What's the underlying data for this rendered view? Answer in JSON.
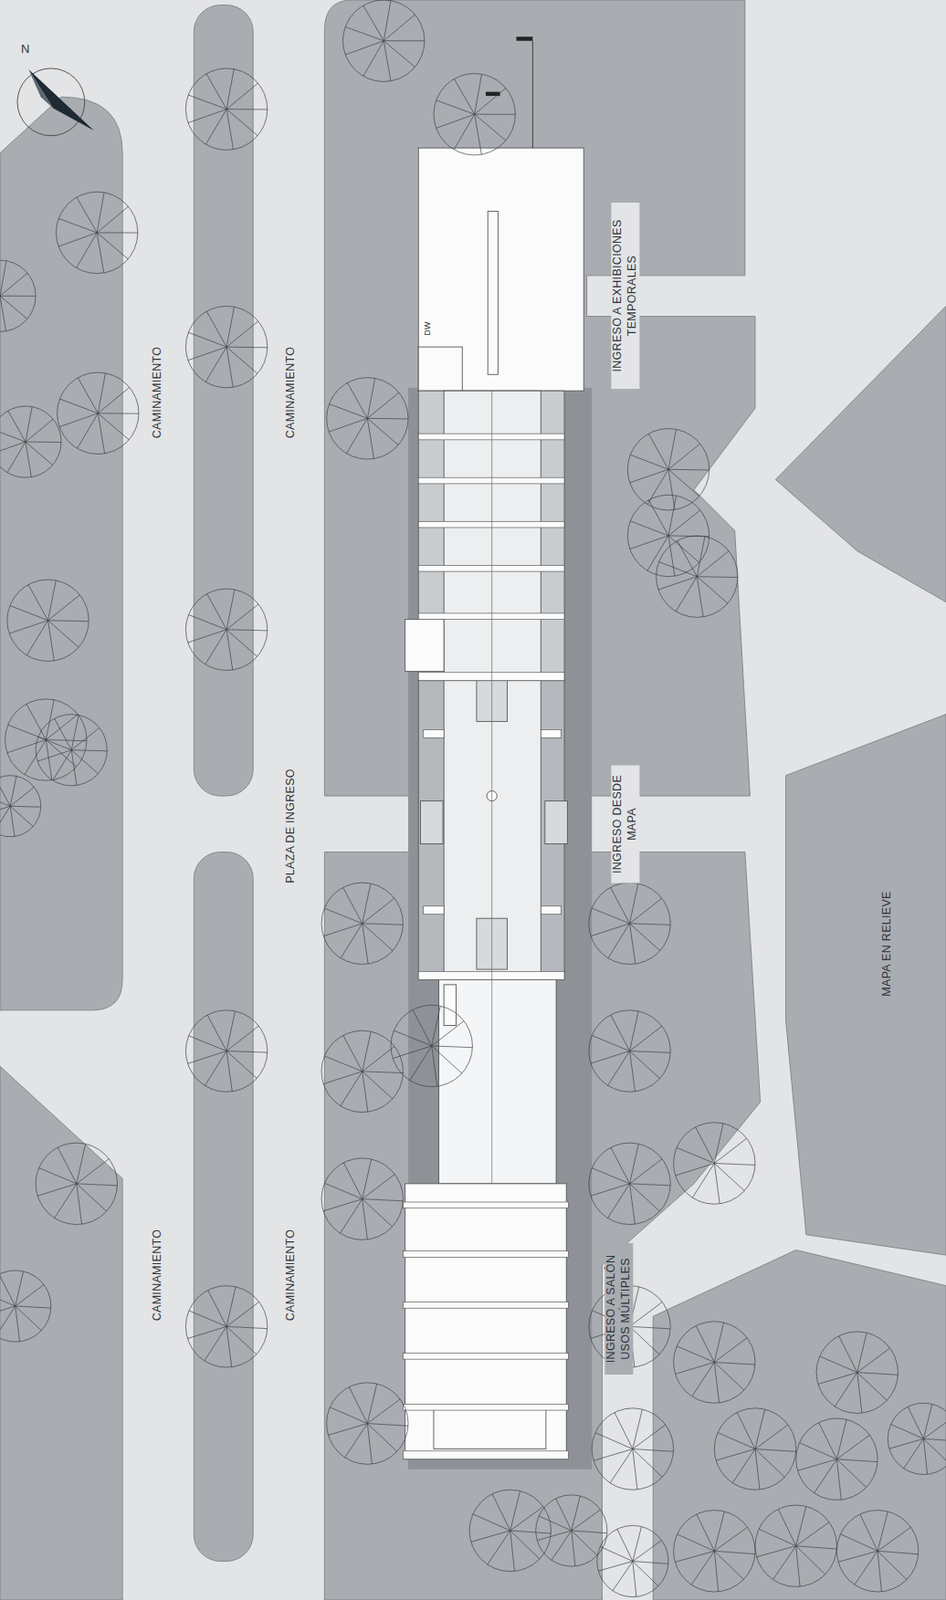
{
  "diagram": {
    "labels": [
      "N",
      "CAMINAMIENTO",
      "CAMINAMIENTO",
      "PLAZA DE INGRESO",
      "CAMINAMIENTO",
      "CAMINAMIENTO",
      "DW",
      "INGRESO A EXHIBICIONES TEMPORALES",
      "INGRESO DESDE MAPA",
      "MAPA EN RELIEVE",
      "INGRESO A SALÓN USOS MÚLTIPLES"
    ]
  }
}
